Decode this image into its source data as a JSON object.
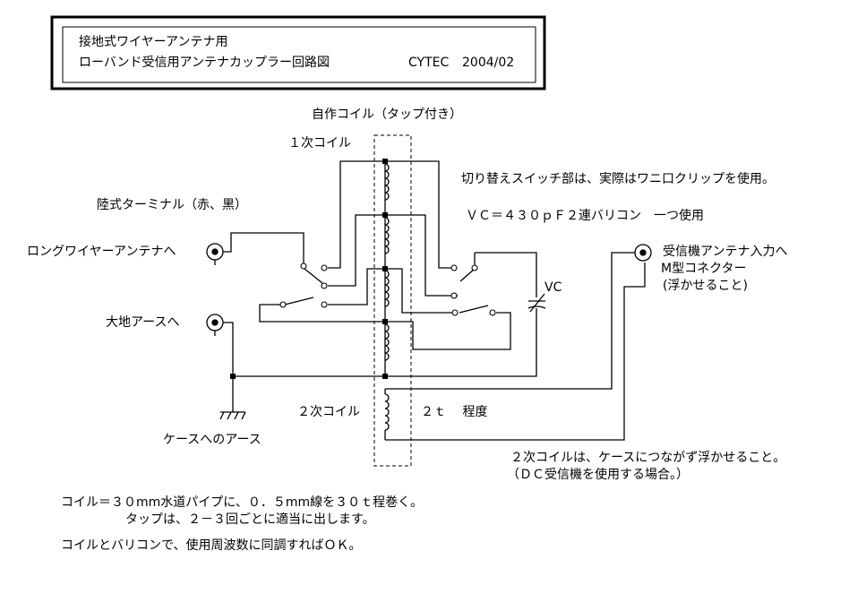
{
  "title": {
    "line1": "接地式ワイヤーアンテナ用",
    "line2": "ローバンド受信用アンテナカップラー回路図",
    "maker": "CYTEC",
    "date": "2004/02"
  },
  "labels": {
    "coil_title": "自作コイル（タップ付き）",
    "primary_coil": "１次コイル",
    "switch_note": "切り替えスイッチ部は、実際はワニ口クリップを使用。",
    "vc_spec": "ＶＣ＝４３０ｐＦ２連バリコン　一つ使用",
    "terminal": "陸式ターミナル（赤、黒）",
    "long_wire": "ロングワイヤーアンテナへ",
    "receiver_in": "受信機アンテナ入力へ",
    "m_connector": "M型コネクター",
    "float": "(浮かせること)",
    "vc": "VC",
    "earth": "大地アースへ",
    "secondary_coil": "２次コイル",
    "turns": "２ｔ　 程度",
    "case_earth": "ケースへのアース",
    "secondary_note": "２次コイルは、ケースにつながず浮かせること。",
    "dc_note": "（ＤＣ受信機を使用する場合。）"
  },
  "notes": {
    "coil_spec": "コイル＝３０mm水道パイプに、０．５mm線を３０ｔ程巻く。",
    "tap_spec": "タップは、２－３回ごとに適当に出します。",
    "tuning": "コイルとバリコンで、使用周波数に同調すればＯＫ。"
  }
}
